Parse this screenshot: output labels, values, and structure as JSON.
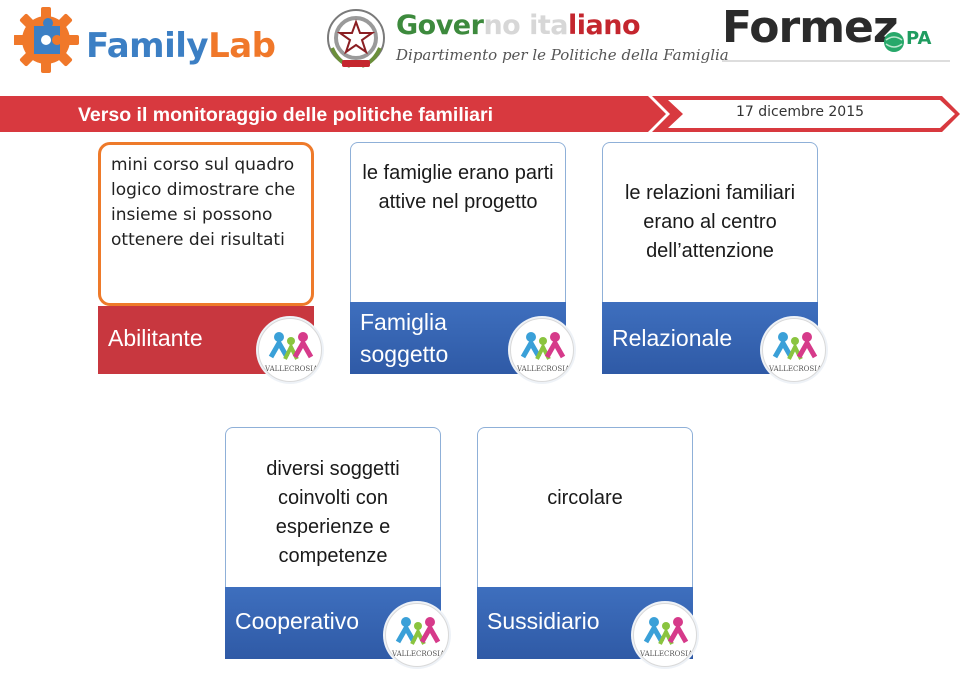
{
  "header": {
    "familylab": {
      "part1": "Family",
      "part2": "Lab"
    },
    "governo": {
      "title_a": "Gover",
      "title_b": "no ita",
      "title_c": "liano",
      "subtitle": "Dipartimento per le Politiche della Famiglia"
    },
    "formez": {
      "name": "Formez",
      "suffix": "PA"
    }
  },
  "banner": {
    "title": "Verso il monitoraggio delle politiche familiari",
    "date": "17 dicembre 2015"
  },
  "badge": {
    "text": "VALLECROSIA CITTÀ della FAMIGLIA"
  },
  "cards": [
    {
      "text": "mini corso sul quadro logico dimostrare che insieme si possono ottenere dei risultati",
      "label": "Abilitante"
    },
    {
      "text": "le famiglie erano parti attive nel progetto",
      "label": "Famiglia soggetto"
    },
    {
      "text": "le relazioni familiari erano al centro dell’attenzione",
      "label": "Relazionale"
    },
    {
      "text": "diversi soggetti coinvolti con esperienze e competenze",
      "label": "Cooperativo"
    },
    {
      "text": "circolare",
      "label": "Sussidiario"
    }
  ],
  "colors": {
    "banner_red": "#d8393f",
    "card_blue": "#3a68b8",
    "accent_orange": "#ee7a2a"
  }
}
